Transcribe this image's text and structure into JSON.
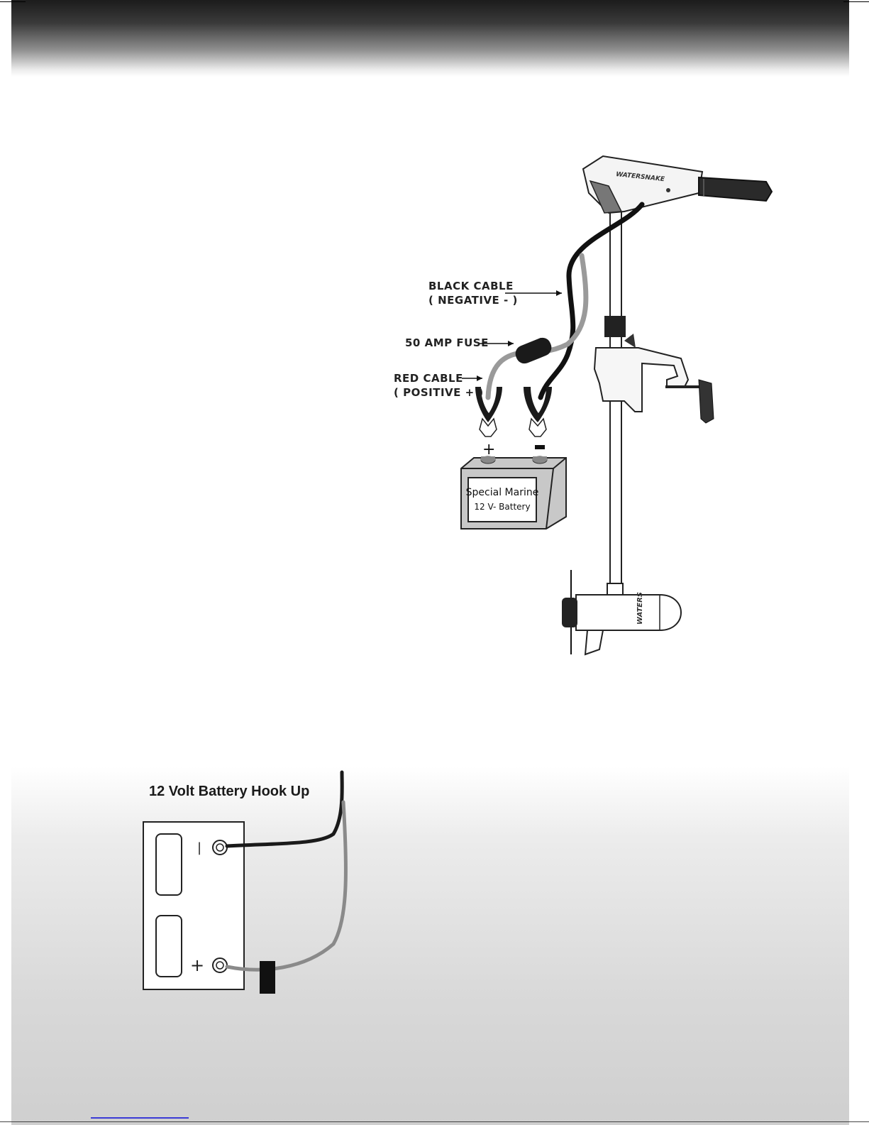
{
  "motor_diagram": {
    "brand_head": "WATERSNAKE",
    "brand_lower": "WATERS",
    "black_cable_line1": "BLACK CABLE",
    "black_cable_line2": "( NEGATIVE - )",
    "fuse_label": "50 AMP FUSE",
    "red_cable_line1": "RED CABLE",
    "red_cable_line2": "( POSITIVE + )",
    "plus_symbol": "+",
    "battery_line1": "Special Marine",
    "battery_line2": "12 V- Battery"
  },
  "hookup": {
    "title": "12 Volt Battery Hook Up",
    "minus_symbol": "|",
    "plus_symbol": "+"
  },
  "colors": {
    "black_cable": "#111111",
    "red_cable": "#9a9a9a",
    "battery_body": "#c8c8c8",
    "header_dark": "#1c1c1c"
  }
}
